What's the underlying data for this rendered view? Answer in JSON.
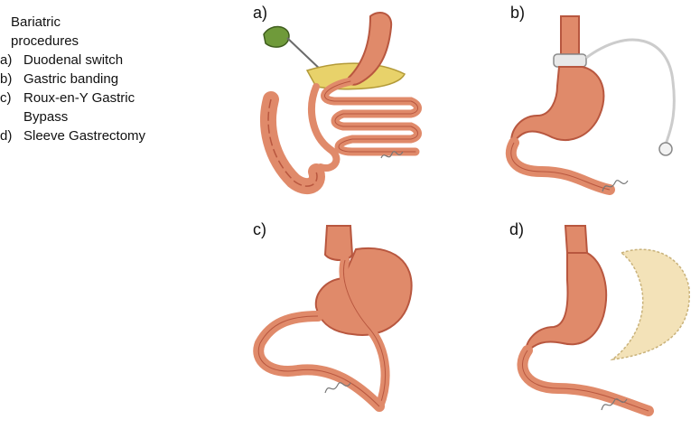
{
  "legend": {
    "title_line1": "Bariatric",
    "title_line2": "procedures",
    "items": [
      {
        "letter": "a)",
        "name": "Duodenal switch"
      },
      {
        "letter": "b)",
        "name": "Gastric banding"
      },
      {
        "letter": "c)",
        "name": "Roux-en-Y Gastric"
      },
      {
        "letter": "",
        "name": "Bypass"
      },
      {
        "letter": "d)",
        "name": "Sleeve Gastrectomy"
      }
    ]
  },
  "panels": [
    {
      "label": "a)"
    },
    {
      "label": "b)"
    },
    {
      "label": "c)"
    },
    {
      "label": "d)"
    }
  ],
  "colors": {
    "tissue": "#e08a6a",
    "tissue_dark": "#b8573f",
    "gallbladder": "#6f9a3a",
    "pancreas": "#e8d26a",
    "removed_stomach": "#f3e2b8"
  }
}
